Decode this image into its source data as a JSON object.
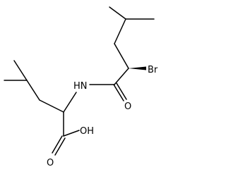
{
  "molecule": {
    "atoms": {
      "bromine": "Br",
      "amide_nitrogen": "HN",
      "amide_oxygen": "O",
      "acid_hydroxyl": "OH",
      "acid_oxygen": "O"
    },
    "colors": {
      "bond": "#000000",
      "text": "#000000",
      "background": "#ffffff"
    }
  }
}
